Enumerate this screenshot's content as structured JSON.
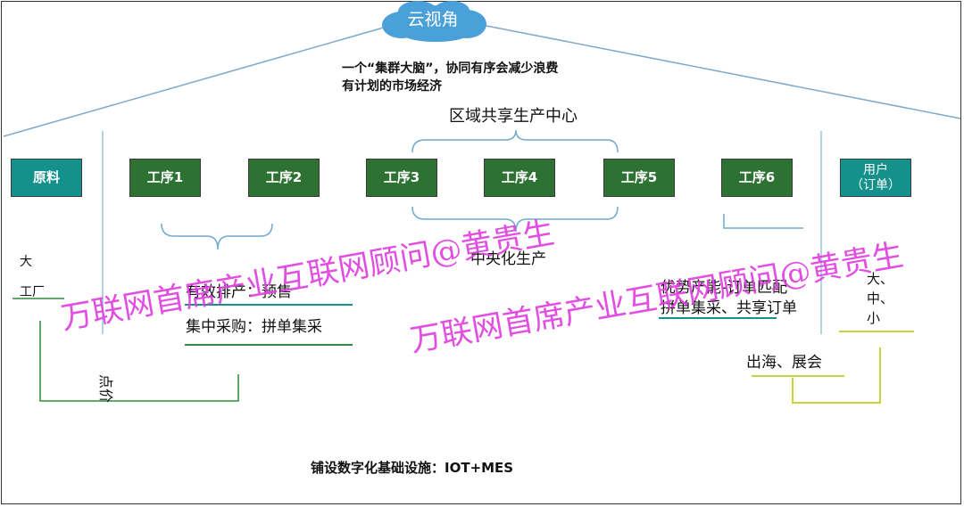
{
  "cloud": {
    "label": "云视角"
  },
  "notes": {
    "cluster_line1": "一个“集群大脑”，协同有序会减少浪费",
    "cluster_line2": "有计划的市场经济",
    "regional_center": "区域共享生产中心",
    "central_production": "中央化生产",
    "small_factory_1": "大",
    "small_factory_2": "工厂",
    "spot_price": "点价",
    "effective_scheduling": "有效排产：预售",
    "centralized_purchasing": "集中采购：拼单集采",
    "advantage_capacity": "优势产能-订单匹配",
    "shared_orders": "拼单集采、共享订单",
    "size_1": "大、",
    "size_2": "中、",
    "size_3": "小",
    "overseas": "出海、展会",
    "infrastructure": "铺设数字化基础设施：IOT+MES"
  },
  "boxes": {
    "raw_material": "原料",
    "process1": "工序1",
    "process2": "工序2",
    "process3": "工序3",
    "process4": "工序4",
    "process5": "工序5",
    "process6": "工序6",
    "user_line1": "用户",
    "user_line2": "（订单）"
  },
  "watermarks": {
    "left": "万联网首席产业互联网顾问@黄贵生",
    "right": "万联网首席产业互联网顾问@黄贵生"
  },
  "colors": {
    "process_box": "#2e7233",
    "end_box": "#14918a",
    "roof_line": "#7fa9c9",
    "watermark": "#e040e0"
  }
}
